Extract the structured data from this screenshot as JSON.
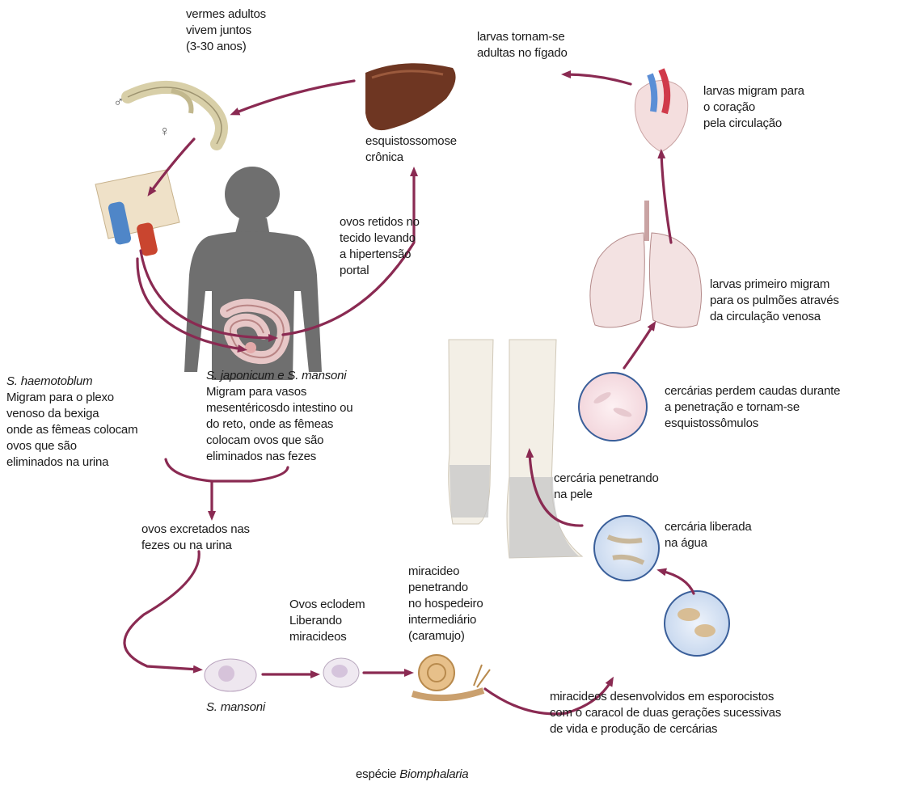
{
  "diagram": {
    "colors": {
      "arrow": "#8a2a52",
      "text": "#1a1a1a",
      "silhouette": "#6f6f6f"
    },
    "labels": {
      "adult_worms": "vermes adultos\nvivem juntos\n(3-30 anos)",
      "male_symbol": "♂",
      "female_symbol": "♀",
      "larvae_liver": "larvas tornam-se\nadultas no fígado",
      "chronic": "esquistossomose\ncrônica",
      "larvae_heart": "larvas migram para\no coração\npela circulação",
      "eggs_retained": "ovos retidos no\ntecido levando\na hipertensão\nportal",
      "larvae_lungs": "larvas primeiro migram\npara os pulmões através\nda circulação venosa",
      "haematobium_name": "S. haemotoblum",
      "haematobium_text": "Migram para o plexo\nvenoso da bexiga\nonde as fêmeas colocam\novos que são\neliminados na urina",
      "japonicum_name": "S. japonicum e S. mansoni",
      "japonicum_text": "Migram para vasos\nmesentéricosdo intestino ou\ndo reto, onde as fêmeas\ncolocam ovos que são\neliminados nas fezes",
      "cercariae_lose_tails": "cercárias perdem caudas durante\na penetração e tornam-se\nesquistossômulos",
      "cercaria_penetrating": "cercária penetrando\nna pele",
      "eggs_excreted": "ovos excretados nas\nfezes ou na urina",
      "cercaria_released": "cercária liberada\nna água",
      "eggs_hatch": "Ovos eclodem\nLiberando\nmiracideos",
      "miracidium_penetrating": "miracideo\npenetrando\nno hospedeiro\nintermediário\n(caramujo)",
      "miracidia_develop": "miracideos desenvolvidos em esporocistos\ncom o caracol de duas gerações sucessivas\nde vida e produção de cercárias",
      "s_mansoni": "S. mansoni",
      "species_prefix": "espécie ",
      "species_name": "Biomphalaria"
    }
  }
}
